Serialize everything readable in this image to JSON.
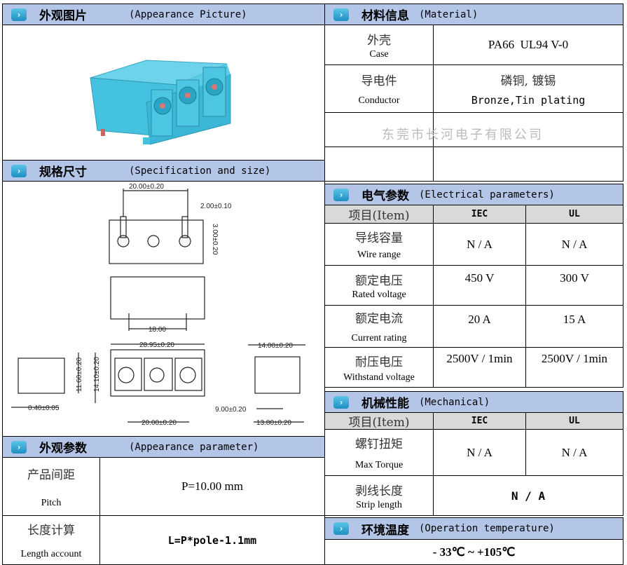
{
  "appearance_picture": {
    "zh": "外观图片",
    "en": "(Appearance Picture)"
  },
  "spec_size": {
    "zh": "规格尺寸",
    "en": "(Specification and size)",
    "dims": [
      "20.00±0.20",
      "2.00±0.10",
      "3.00±0.20",
      "18.00",
      "28.95±0.20",
      "11.60±0.20",
      "14.10±0.20",
      "0.40±0.05",
      "20.00±0.20",
      "14.00±0.20",
      "9.00±0.20",
      "13.80±0.20"
    ]
  },
  "watermark": "东莞市长河电子有限公司",
  "appearance_param": {
    "zh": "外观参数",
    "en": "(Appearance parameter)",
    "rows": [
      {
        "zh": "产品间距",
        "en": "Pitch",
        "value": "P=10.00 mm"
      },
      {
        "zh": "长度计算",
        "en": "Length account",
        "value": "L=P*pole-1.1mm"
      }
    ]
  },
  "material": {
    "zh": "材料信息",
    "en": "(Material)",
    "rows": [
      {
        "zh": "外壳",
        "en": "Case",
        "value": "PA66  UL94 V-0"
      },
      {
        "zh": "导电件",
        "en": "Conductor",
        "value_zh": "磷铜, 镀锡",
        "value": "Bronze,Tin plating"
      }
    ]
  },
  "electrical": {
    "zh": "电气参数",
    "en": "(Electrical parameters)",
    "headers": [
      "项目(Item)",
      "IEC",
      "UL"
    ],
    "rows": [
      {
        "zh": "导线容量",
        "en": "Wire range",
        "iec": "N / A",
        "ul": "N / A"
      },
      {
        "zh": "额定电压",
        "en": "Rated voltage",
        "iec": "450 V",
        "ul": "300 V"
      },
      {
        "zh": "额定电流",
        "en": "Current rating",
        "iec": "20 A",
        "ul": "15 A"
      },
      {
        "zh": "耐压电压",
        "en": "Withstand voltage",
        "iec": "2500V / 1min",
        "ul": "2500V / 1min"
      }
    ]
  },
  "mechanical": {
    "zh": "机械性能",
    "en": "(Mechanical)",
    "headers": [
      "项目(Item)",
      "IEC",
      "UL"
    ],
    "rows": [
      {
        "zh": "螺钉扭矩",
        "en": "Max Torque",
        "iec": "N / A",
        "ul": "N / A"
      },
      {
        "zh": "剥线长度",
        "en": "Strip length",
        "value": "N / A"
      }
    ]
  },
  "temperature": {
    "zh": "环境温度",
    "en": "(Operation temperature)",
    "value": "- 33℃ ~ +105℃"
  }
}
